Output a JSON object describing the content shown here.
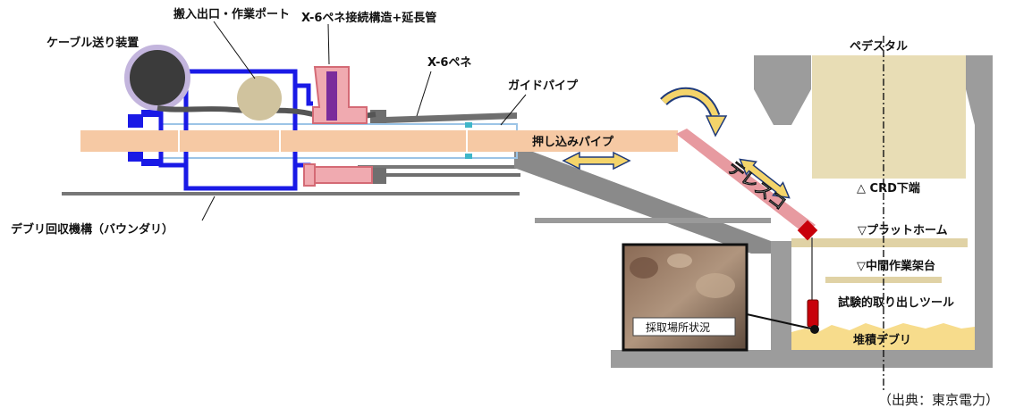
{
  "labels": {
    "cable_feeder": "ケーブル送り装置",
    "carry_port": "搬入出口・作業ポート",
    "x6_connection": "X-6ペネ接続構造+延長管",
    "x6_pene": "X-6ペネ",
    "guide_pipe": "ガイドパイプ",
    "push_pipe": "押し込みパイプ",
    "telescope": "テレスコ",
    "debris_boundary": "デブリ回収機構（バウンダリ）",
    "pedestal": "ペデスタル",
    "crd_bottom": "△ CRD下端",
    "platform": "▽プラットホーム",
    "middle_scaffold": "▽中間作業架台",
    "sampling_tool": "試験的取り出しツール",
    "deposited_debris": "堆積デブリ",
    "sampling_site": "採取場所状況"
  },
  "source": "（出典：東京電力）",
  "colors": {
    "boundary_blue": "#1a1ae6",
    "pipe_orange": "#f6c9a4",
    "telescope_pink": "#e79aa0",
    "pedestal_gray": "#9c9c9c",
    "debris_yellow": "#f7dc8c",
    "tool_red": "#c8000a",
    "arrow_yellow": "#f4d46a",
    "arrow_navy": "#1f3a7a"
  }
}
